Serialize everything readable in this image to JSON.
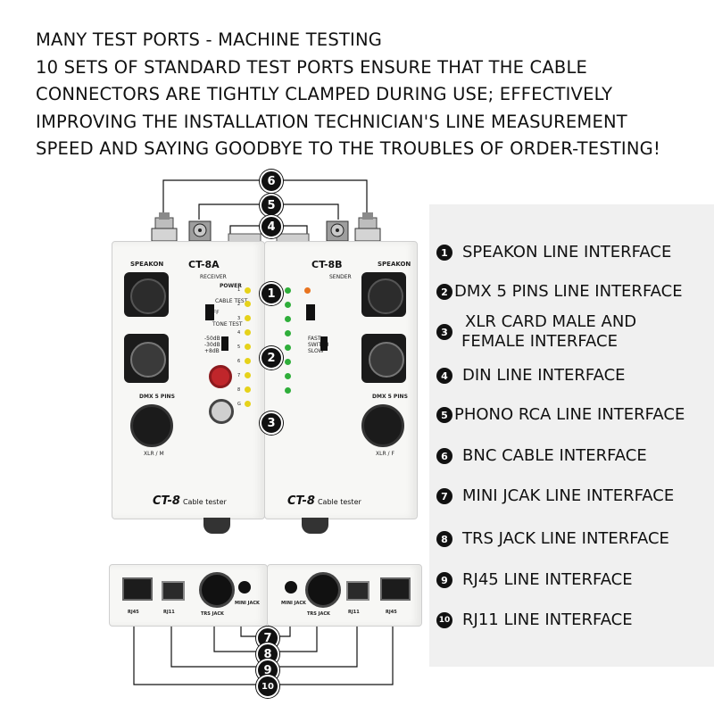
{
  "header": {
    "line1": "MANY TEST PORTS - MACHINE TESTING",
    "line2": "10 SETS OF STANDARD TEST PORTS ENSURE THAT THE CABLE",
    "line3": "CONNECTORS ARE TIGHTLY CLAMPED DURING USE; EFFECTIVELY",
    "line4": "IMPROVING THE INSTALLATION TECHNICIAN'S LINE MEASUREMENT",
    "line5": "SPEED AND SAYING GOODBYE TO THE TROUBLES OF ORDER-TESTING!"
  },
  "legend": [
    {
      "num": "1",
      "text": "SPEAKON LINE INTERFACE"
    },
    {
      "num": "2",
      "text": "DMX 5 PINS LINE INTERFACE"
    },
    {
      "num": "3",
      "text": "XLR CARD MALE AND",
      "text2": "FEMALE INTERFACE"
    },
    {
      "num": "4",
      "text": "DIN LINE INTERFACE"
    },
    {
      "num": "5",
      "text": "PHONO RCA LINE INTERFACE"
    },
    {
      "num": "6",
      "text": "BNC CABLE INTERFACE"
    },
    {
      "num": "7",
      "text": "MINI JCAK LINE INTERFACE"
    },
    {
      "num": "8",
      "text": "TRS JACK LINE INTERFACE"
    },
    {
      "num": "9",
      "text": "RJ45 LINE INTERFACE"
    },
    {
      "num": "10",
      "text": "RJ11 LINE INTERFACE"
    }
  ],
  "device": {
    "left_title": "CT-8A",
    "left_sub": "RECEIVER",
    "right_title": "CT-8B",
    "right_sub": "SENDER",
    "speakon": "SPEAKON",
    "power": "POWER",
    "cable_test": "CABLE TEST",
    "off": "OFF",
    "tone_test": "TONE TEST",
    "db_labels": [
      "-50dB",
      "-30dB",
      "+8dB"
    ],
    "mode_labels": [
      "FAST",
      "SWITCH",
      "SLOW"
    ],
    "dmx5pins": "DMX 5 PINS",
    "xlr_m": "XLR / M",
    "xlr_f": "XLR / F",
    "brand": "CT-8",
    "brand_sub": "Cable tester",
    "led_numbers": [
      "1",
      "2",
      "3",
      "4",
      "5",
      "6",
      "7",
      "8",
      "G"
    ],
    "bottom_left": [
      "RJ45",
      "RJ11",
      "TRS JACK",
      "MINI JACK"
    ],
    "bottom_right": [
      "MINI JACK",
      "TRS JACK",
      "RJ11",
      "RJ45"
    ]
  },
  "callouts": [
    "1",
    "2",
    "3",
    "4",
    "5",
    "6",
    "7",
    "8",
    "9",
    "10"
  ],
  "colors": {
    "badge": "#111111",
    "panel": "#f0f0f0",
    "rca": "#c0262b",
    "led_yellow": "#e6d21a",
    "led_green": "#2fae3a"
  }
}
